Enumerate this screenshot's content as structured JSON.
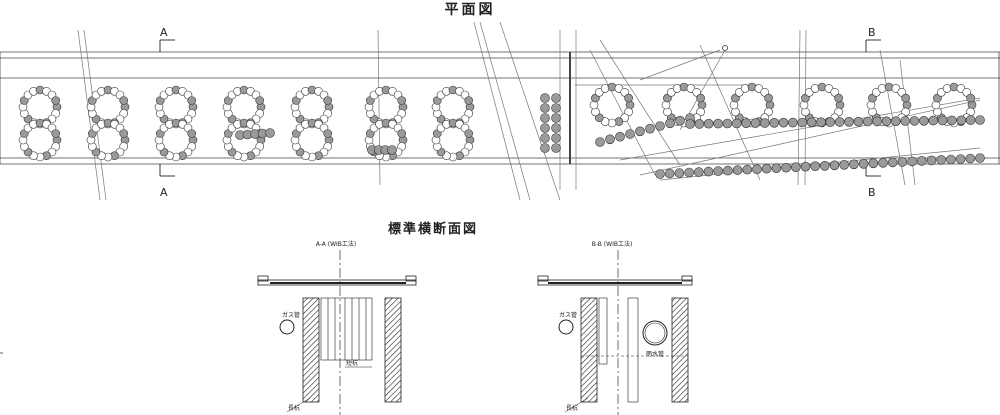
{
  "plan": {
    "title": "平面図",
    "section_mark_a": "A",
    "section_mark_b": "B"
  },
  "sections": {
    "title": "標準横断面図",
    "aa": {
      "title": "A-A (WIB工法)",
      "gas_pipe_label": "ガス管",
      "short_pile_label": "短杭",
      "long_pile_label": "長杭"
    },
    "bb": {
      "title": "B-B (WIB工法)",
      "gas_pipe_label": "ガス管",
      "rain_pipe_label": "雨水管",
      "long_pile_label": "長杭"
    }
  },
  "colors": {
    "line": "#333333",
    "pile_fill": "#9a9a9a",
    "hatch": "#222222"
  }
}
